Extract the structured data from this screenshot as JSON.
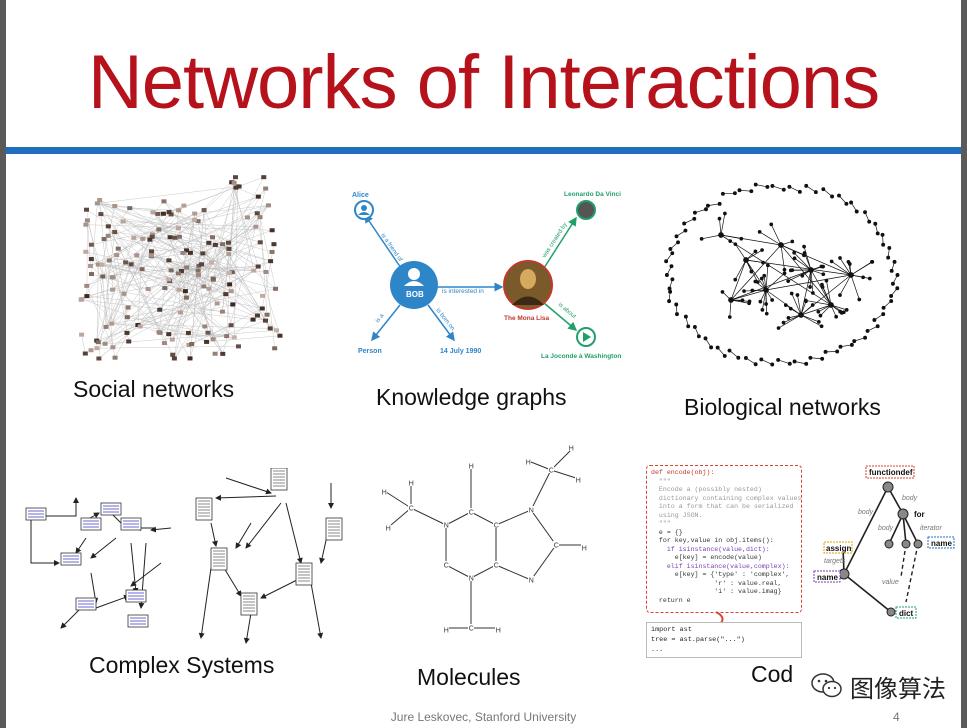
{
  "slide": {
    "title": "Networks of Interactions",
    "footer": "Jure Leskovec, Stanford University",
    "page_number": "4",
    "accent_color": "#b5121b",
    "rule_color": "#1f6fc1"
  },
  "panels": {
    "social": {
      "label": "Social networks"
    },
    "knowledge": {
      "label": "Knowledge graphs",
      "nodes": {
        "alice": "Alice",
        "bob": "BOB",
        "person": "Person",
        "date": "14 July 1990",
        "mona": "The Mona Lisa",
        "davinci": "Leonardo Da Vinci",
        "joconde": "La Joconde à Washington"
      },
      "edges": {
        "friend": "is a friend of",
        "interested": "is interested in",
        "isa": "is a",
        "born": "is born on",
        "created": "was created by",
        "about": "is about"
      }
    },
    "biological": {
      "label": "Biological networks"
    },
    "complex": {
      "label": "Complex Systems"
    },
    "molecules": {
      "label": "Molecules",
      "atoms": {
        "h": "H",
        "c": "C",
        "n": "N"
      }
    },
    "code": {
      "label": "Cod",
      "lines": [
        "def encode(obj):",
        "  \"\"\"",
        "  Encode a (possibly nested)",
        "  dictionary containing complex values",
        "  into a form that can be serialized",
        "  using JSON.",
        "  \"\"\"",
        "  e = {}",
        "  for key,value in obj.items():",
        "    if isinstance(value,dict):",
        "      e[key] = encode(value)",
        "    elif isinstance(value,complex):",
        "      e[key] = {'type' : 'complex',",
        "                'r' : value.real,",
        "                'i' : value.imag}",
        "  return e"
      ],
      "snippet": [
        "import ast",
        "tree = ast.parse(\"...\")",
        "..."
      ],
      "ast": {
        "functiondef": "functiondef",
        "body1": "body",
        "body2": "body",
        "body3": "body",
        "for": "for",
        "iterator": "iterator",
        "name1": "name",
        "assign": "assign",
        "targets": "targets",
        "name2": "name",
        "value": "value",
        "dict": "dict"
      }
    }
  },
  "watermark": {
    "text": "图像算法",
    "icon": "wechat-icon"
  }
}
